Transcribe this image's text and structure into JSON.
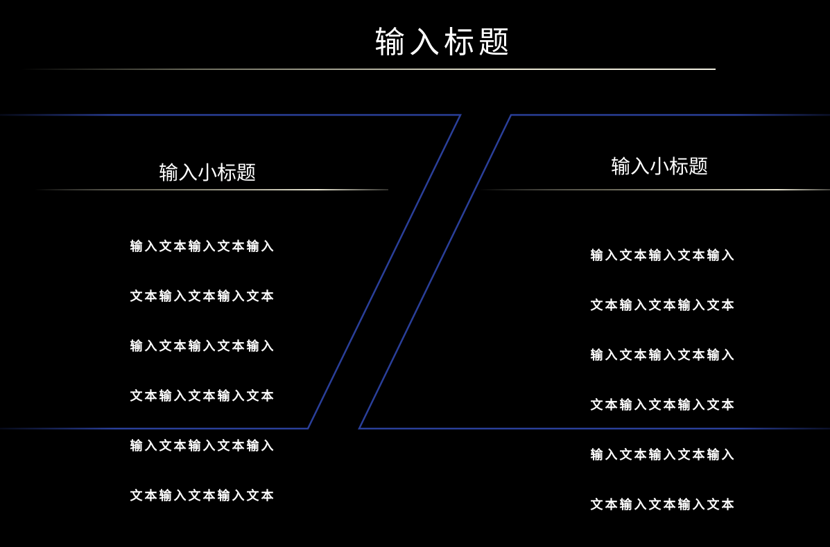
{
  "slide": {
    "title": "输入标题",
    "colors": {
      "background": "#000000",
      "frame_stroke": "#2a3f9a",
      "text": "#ffffff",
      "rule_highlight": "#e9e6d2"
    },
    "panels": [
      {
        "subtitle": "输入小标题",
        "body_lines": [
          "输入文本输入文本输入",
          "文本输入文本输入文本",
          "输入文本输入文本输入",
          "文本输入文本输入文本",
          "输入文本输入文本输入",
          "文本输入文本输入文本"
        ]
      },
      {
        "subtitle": "输入小标题",
        "body_lines": [
          "输入文本输入文本输入",
          "文本输入文本输入文本",
          "输入文本输入文本输入",
          "文本输入文本输入文本",
          "输入文本输入文本输入",
          "文本输入文本输入文本"
        ]
      }
    ]
  }
}
